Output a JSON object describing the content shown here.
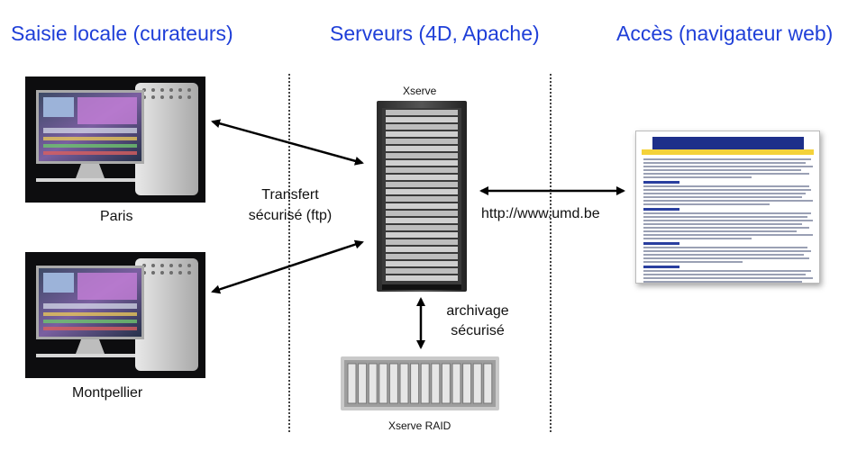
{
  "headers": {
    "local": "Saisie locale (curateurs)",
    "servers": "Serveurs (4D, Apache)",
    "access": "Accès (navigateur web)"
  },
  "stations": {
    "paris": "Paris",
    "montpellier": "Montpellier"
  },
  "server": {
    "label": "Xserve",
    "raid_label": "Xserve RAID"
  },
  "links": {
    "transfer": "Transfert sécurisé (ftp)",
    "transfer_line1": "Transfert",
    "transfer_line2": "sécurisé (ftp)",
    "url": "http://www.umd.be",
    "archive_line1": "archivage",
    "archive_line2": "sécurisé"
  },
  "icons": {
    "workstation": "workstation-icon",
    "rack_server": "rack-server-icon",
    "raid_storage": "raid-storage-icon",
    "web_page": "website-screenshot-icon"
  },
  "colors": {
    "header": "#1f3fd8",
    "arrow": "#000000",
    "divider": "#444444"
  }
}
